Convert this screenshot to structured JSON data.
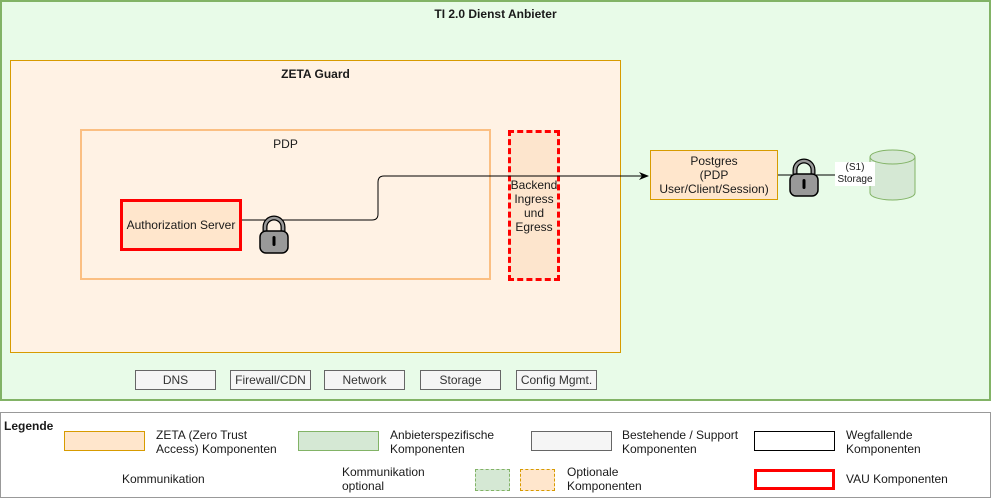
{
  "diagram": {
    "outer_title": "TI 2.0 Dienst Anbieter",
    "zeta_guard_title": "ZETA Guard",
    "pdp_title": "PDP",
    "authorization_server": "Authorization Server",
    "backend_ingress": [
      "Backend",
      "Ingress",
      "und",
      "Egress"
    ],
    "postgres": [
      "Postgres",
      "(PDP",
      "User/Client/Session)"
    ],
    "storage_label": [
      "(S1)",
      "Storage"
    ],
    "support_components": [
      "DNS",
      "Firewall/CDN",
      "Network",
      "Storage",
      "Config Mgmt."
    ],
    "connections": [
      {
        "from": "Authorization Server",
        "to": "Postgres (PDP User/Client/Session)",
        "type": "Kommunikation",
        "encrypted": true
      },
      {
        "from": "Postgres (PDP User/Client/Session)",
        "to": "(S1) Storage",
        "type": "line",
        "encrypted": true
      }
    ],
    "colors": {
      "outer_fill": "#e8fbe8",
      "outer_border": "#82b366",
      "zeta_fill": "#fff2e4",
      "zeta_border": "#d79b00",
      "vau_border": "#ff0000",
      "support_fill": "#f5f5f5",
      "storage_fill": "#d5e8d4"
    }
  },
  "legend": {
    "title": "Legende",
    "items": [
      {
        "label1": "ZETA (Zero Trust",
        "label2": "Access) Komponenten"
      },
      {
        "label1": "Anbieterspezifische",
        "label2": "Komponenten"
      },
      {
        "label1": "Bestehende / Support",
        "label2": "Komponenten"
      },
      {
        "label1": "Wegfallende",
        "label2": "Komponenten"
      },
      {
        "label1": "Kommunikation",
        "label2": ""
      },
      {
        "label1": "Kommunikation",
        "label2": "optional"
      },
      {
        "label1": "Optionale",
        "label2": "Komponenten"
      },
      {
        "label1": "VAU Komponenten",
        "label2": ""
      }
    ]
  }
}
